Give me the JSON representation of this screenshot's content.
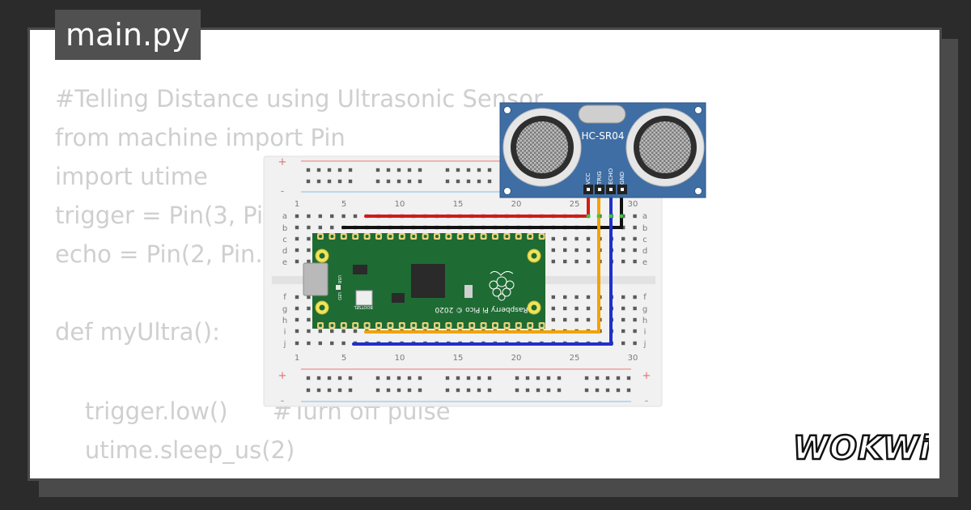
{
  "file_tab": {
    "label": "main.py"
  },
  "code_lines": [
    "#Telling Distance using Ultrasonic Sensor",
    "from machine import Pin",
    "import utime",
    "trigger = Pin(3, Pin.OUT)",
    "echo = Pin(2, Pin.IN)",
    "",
    "def myUltra():",
    "",
    "    trigger.low()      #Turn off pulse",
    "    utime.sleep_us(2)"
  ],
  "sensor": {
    "name": "HC-SR04",
    "pins": [
      "VCC",
      "TRIG",
      "ECHO",
      "GND"
    ]
  },
  "board": {
    "name": "Raspberry Pi Pico © 2020",
    "bootsel": "BOOTSEL",
    "usb": "USB",
    "led": "LED"
  },
  "breadboard": {
    "column_numbers": [
      "1",
      "5",
      "10",
      "15",
      "20",
      "25",
      "30"
    ],
    "rows_top": [
      "a",
      "b",
      "c",
      "d",
      "e"
    ],
    "rows_bottom": [
      "f",
      "g",
      "h",
      "i",
      "j"
    ],
    "plus": "+",
    "minus": "-"
  },
  "wires": [
    {
      "name": "vcc-wire",
      "color": "#d21b1b"
    },
    {
      "name": "gnd-wire",
      "color": "#111111"
    },
    {
      "name": "trig-wire",
      "color": "#f2a300"
    },
    {
      "name": "echo-wire",
      "color": "#1f2fd0"
    }
  ],
  "colors": {
    "background": "#2b2b2b",
    "tab": "#505050",
    "code_text": "#cfcfcf",
    "pico_green": "#1f6b34",
    "sensor_blue": "#3f6ea4"
  },
  "logo": {
    "text": "WOKWi"
  }
}
